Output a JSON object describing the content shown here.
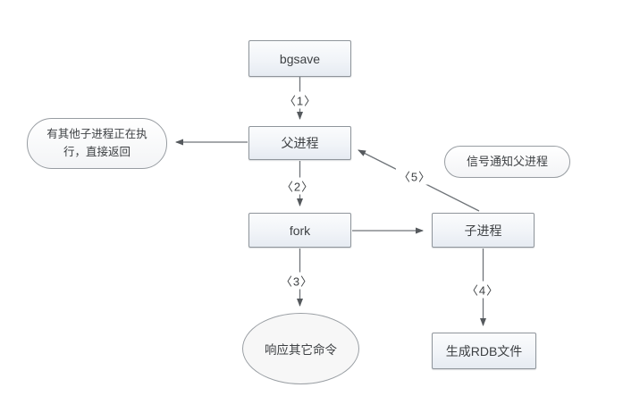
{
  "diagram": {
    "nodes": {
      "bgsave": "bgsave",
      "parent": "父进程",
      "fork": "fork",
      "child": "子进程",
      "rdb": "生成RDB文件",
      "busy": "有其他子进程正在执行，直接返回",
      "signal": "信号通知父进程",
      "respond": "响应其它命令"
    },
    "steps": {
      "s1": "〈1〉",
      "s2": "〈2〉",
      "s3": "〈3〉",
      "s4": "〈4〉",
      "s5": "〈5〉"
    },
    "colors": {
      "background": "#ffffff",
      "node_border": "#8f959b",
      "node_fill_top": "#fbfcfd",
      "node_fill_bottom": "#e6ebf2",
      "connector": "#6f7479",
      "text": "#3d4043"
    }
  }
}
